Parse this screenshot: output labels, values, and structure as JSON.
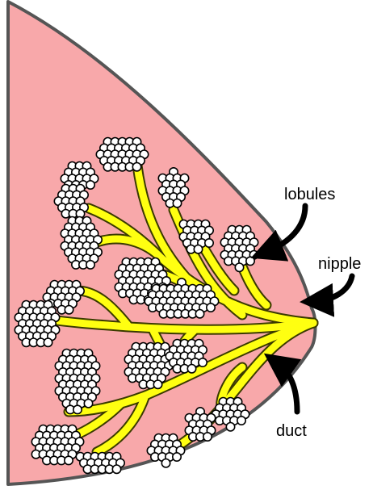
{
  "diagram": {
    "labels": {
      "lobules": "lobules",
      "nipple": "nipple",
      "duct": "duct"
    },
    "colors": {
      "tissue": "#f8a8aa",
      "outline": "#555555",
      "duct": "#ffff11",
      "duct_outline": "#3a3a00",
      "lobule_cell": "#ffffff",
      "arrow": "#000000"
    }
  }
}
